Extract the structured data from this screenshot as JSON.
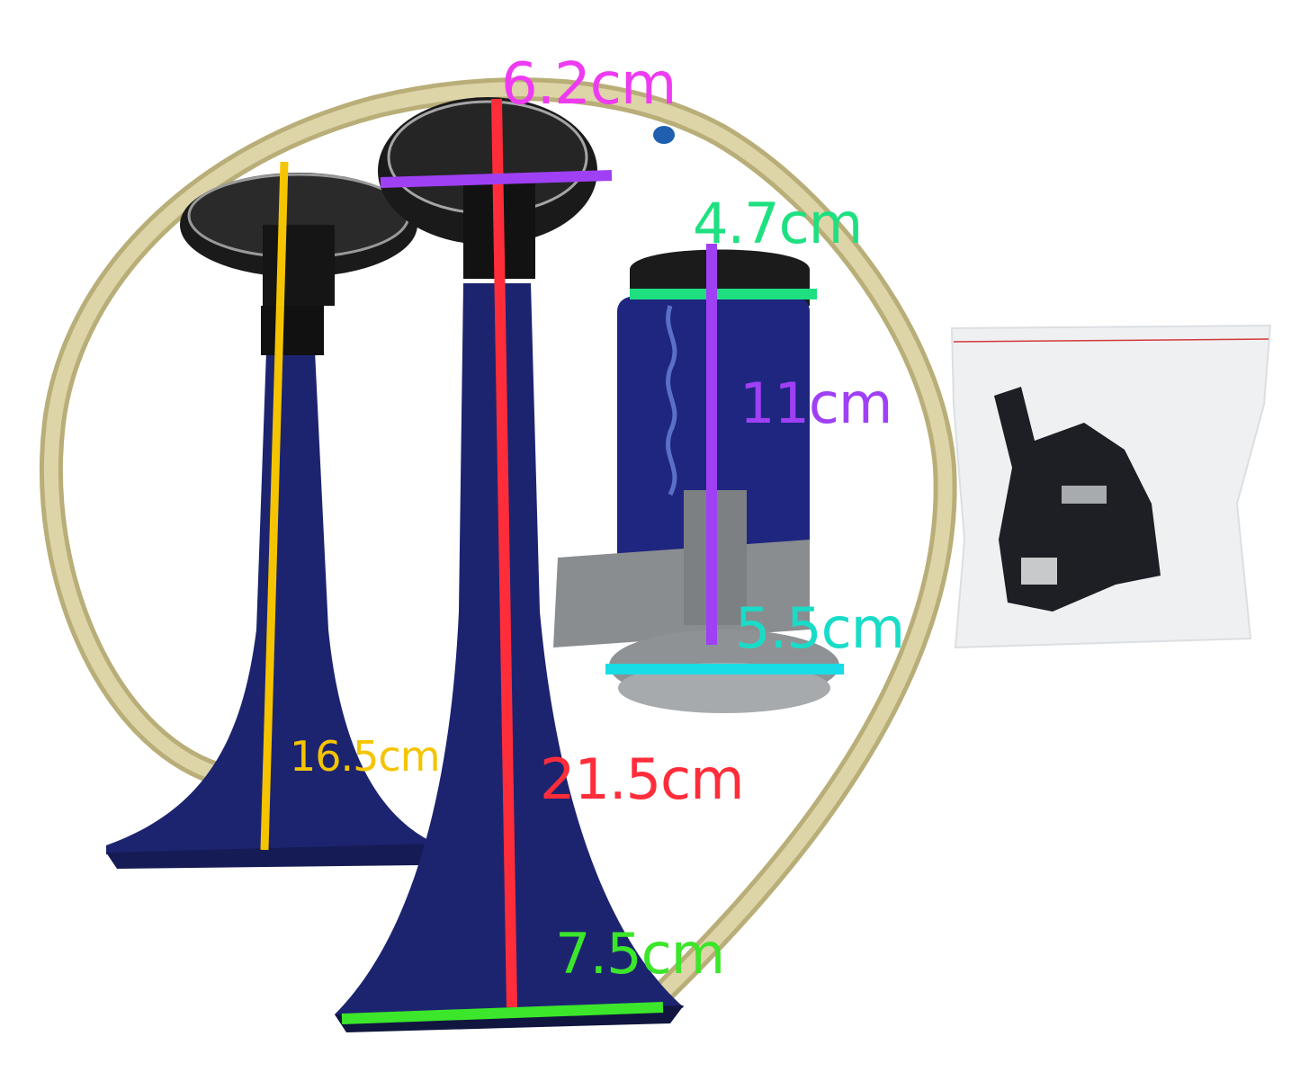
{
  "image": {
    "subject": "dual trumpet air horn kit with compressor, tubing and fittings bag",
    "background": "#ffffff"
  },
  "colors": {
    "horn_blue": "#1c2470",
    "horn_dark": "#0f143f",
    "cap_black": "#1a1a1a",
    "tube": "#d8cfa0",
    "tube_edge": "#b9ae78",
    "metal": "#8a8d8f",
    "bag": "#eef0f2"
  },
  "annotations": [
    {
      "id": "small-horn-length",
      "text": "16.5cm",
      "color": "#f5c400"
    },
    {
      "id": "large-horn-length",
      "text": "21.5cm",
      "color": "#ff2d3a"
    },
    {
      "id": "large-horn-cap-diameter",
      "text": "6.2cm",
      "color": "#ee3bf2"
    },
    {
      "id": "large-horn-bell-diameter",
      "text": "7.5cm",
      "color": "#3ce62a"
    },
    {
      "id": "compressor-top-diameter",
      "text": "4.7cm",
      "color": "#1ee080"
    },
    {
      "id": "compressor-height",
      "text": "11cm",
      "color": "#a040f5"
    },
    {
      "id": "compressor-base-diameter",
      "text": "5.5cm",
      "color": "#19dcc8"
    }
  ],
  "line_colors": {
    "cap_width": "#a040f5",
    "compressor_height": "#a040f5",
    "compressor_top": "#1ee080",
    "compressor_base": "#19dde6"
  }
}
